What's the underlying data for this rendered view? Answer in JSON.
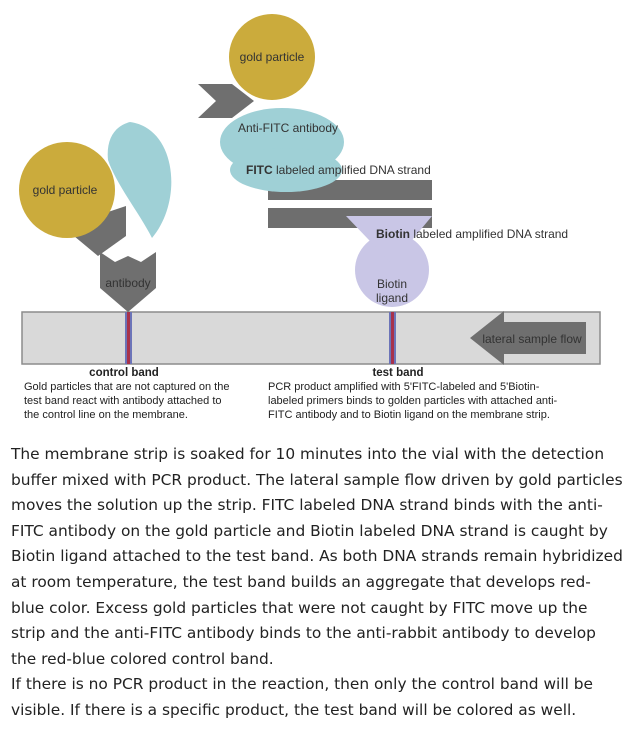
{
  "diagram": {
    "labels": {
      "gold_particle_top": "gold particle",
      "gold_particle_left": "gold particle",
      "anti_fitc_antibody": "Anti-FITC antibody",
      "fitc_strand_bold": "FITC",
      "fitc_strand_rest": " labeled amplified DNA strand",
      "biotin_strand_bold": "Biotin",
      "biotin_strand_rest": " labeled amplified DNA strand",
      "biotin_ligand_line1": "Biotin",
      "biotin_ligand_line2": "ligand",
      "antibody": "antibody",
      "lateral_sample_flow": "lateral sample flow"
    },
    "control_band": {
      "title": "control band",
      "lines": [
        "Gold particles that are not captured on the",
        "test band react with antibody attached to",
        "the control line on the membrane."
      ]
    },
    "test_band": {
      "title": "test band",
      "lines": [
        "PCR product amplified with 5'FITC-labeled and 5'Biotin-",
        "labeled primers binds to golden particles with attached anti-",
        "FITC antibody and to Biotin ligand on the membrane strip."
      ]
    },
    "colors": {
      "gold": "#cbab3c",
      "antibody_teal": "#9fd0d6",
      "gray_arrow": "#6f6f6f",
      "dna_strand": "#6e6e6e",
      "biotin_ligand": "#c9c6e6",
      "membrane": "#d9d9d9",
      "band_red": "#a8324b",
      "band_blue": "#6c74b8"
    }
  },
  "description": {
    "paragraph1": "The membrane strip is soaked for 10 minutes into the vial with the detection buffer mixed with PCR product. The lateral sample flow driven by gold particles moves the solution up the strip. FITC labeled DNA strand binds with the anti-FITC antibody on the gold particle and Biotin labeled DNA strand is caught by Biotin ligand attached to the test band. As both DNA strands remain hybridized at room temperature, the test band builds an aggregate that develops red-blue color. Excess gold particles that were not caught by FITC move up the strip and the anti-FITC antibody binds to the anti-rabbit antibody to develop the red-blue colored control band.",
    "paragraph2": "If there is no PCR product in the reaction, then only the control band will be visible. If there is a specific product, the test band will be colored as well."
  }
}
